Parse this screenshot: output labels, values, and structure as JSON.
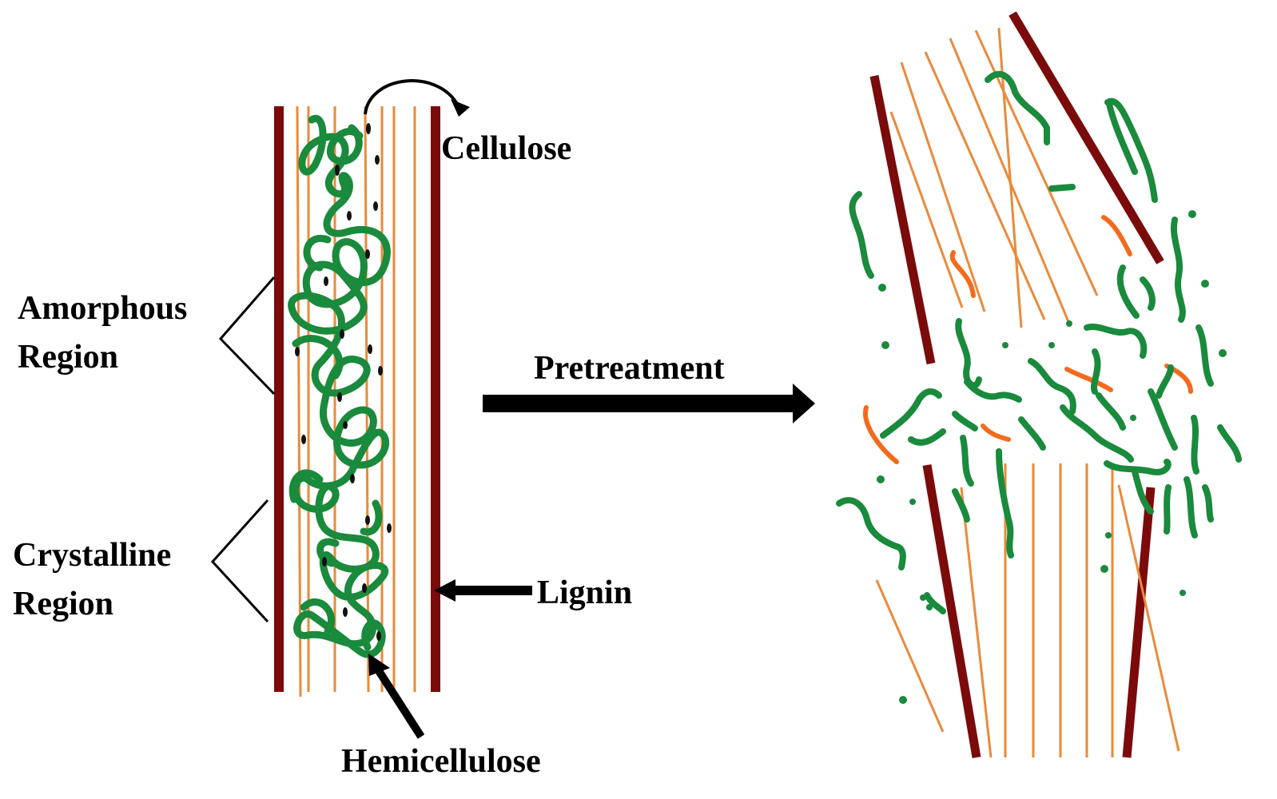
{
  "labels": {
    "cellulose": "Cellulose",
    "amorphous_line1": "Amorphous",
    "amorphous_line2": "Region",
    "crystalline_line1": "Crystalline",
    "crystalline_line2": "Region",
    "pretreatment": "Pretreatment",
    "lignin": "Lignin",
    "hemicellulose": "Hemicellulose"
  },
  "colors": {
    "lignin": "#7b0a0a",
    "cellulose": "#ea8a3a",
    "cellulose_fragment": "#f26b1d",
    "hemicellulose": "#1a8a3c",
    "text": "#000000"
  }
}
